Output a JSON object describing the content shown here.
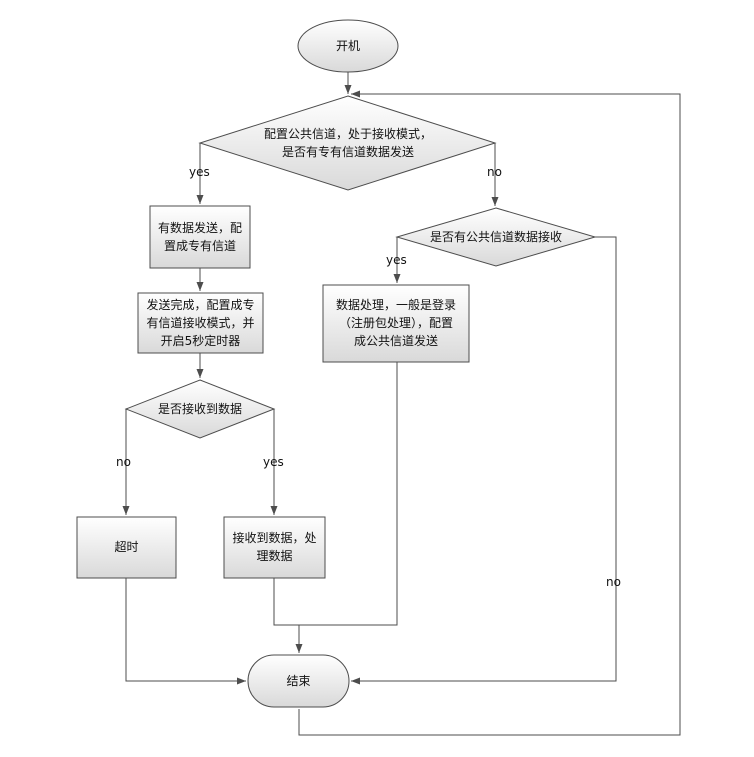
{
  "colors": {
    "node_fill_top": "#ffffff",
    "node_fill_bottom": "#d9d9d9",
    "stroke": "#4d4d4d",
    "text": "#111111"
  },
  "nodes": {
    "start": "开机",
    "decision_main": [
      "配置公共信道，处于接收模式，",
      "是否有专有信道数据发送"
    ],
    "send_config": [
      "有数据发送，配",
      "置成专有信道"
    ],
    "send_done": [
      "发送完成，配置成专",
      "有信道接收模式，并",
      "开启5秒定时器"
    ],
    "decision_received": "是否接收到数据",
    "timeout": "超时",
    "receive_process": [
      "接收到数据，处",
      "理数据"
    ],
    "decision_public": "是否有公共信道数据接收",
    "process_register": [
      "数据处理，一般是登录",
      "（注册包处理），配置",
      "成公共信道发送"
    ],
    "end": "结束"
  },
  "edges": {
    "main_yes": "yes",
    "main_no": "no",
    "received_no": "no",
    "received_yes": "yes",
    "public_yes": "yes",
    "public_no": "no"
  }
}
